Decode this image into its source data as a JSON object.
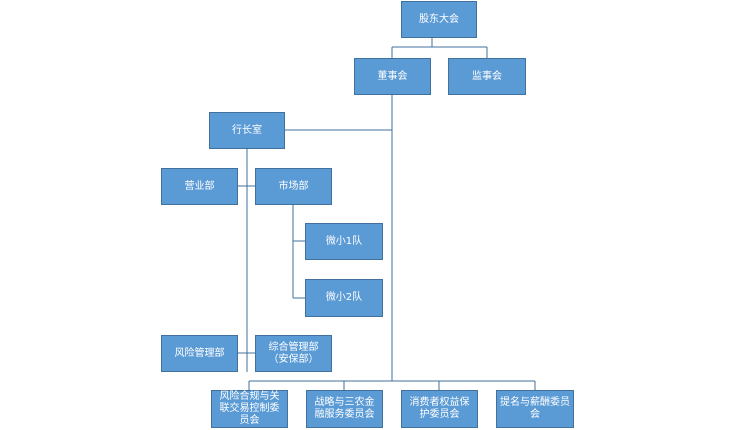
{
  "org_chart": {
    "shareholders_meeting": "股东大会",
    "board_of_directors": "董事会",
    "board_of_supervisors": "监事会",
    "president_office": "行长室",
    "business_dept": "营业部",
    "marketing_dept": "市场部",
    "micro_team_1": "微小1队",
    "micro_team_2": "微小2队",
    "risk_mgmt_dept": "风险管理部",
    "general_mgmt_dept": "综合管理部（安保部）",
    "committees": [
      "风险合规与关联交易控制委员会",
      "战略与三农金融服务委员会",
      "消费者权益保护委员会",
      "提名与薪酬委员会"
    ]
  }
}
